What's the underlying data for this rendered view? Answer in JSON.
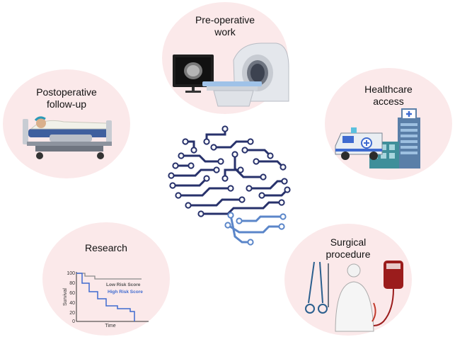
{
  "nodes": {
    "preop": {
      "label": "Pre-operative\nwork"
    },
    "postop": {
      "label": "Postoperative\nfollow-up"
    },
    "healthcare": {
      "label": "Healthcare\naccess"
    },
    "research": {
      "label": "Research"
    },
    "surgical": {
      "label": "Surgical\nprocedure"
    }
  },
  "plot": {
    "ylabel": "Survival",
    "xlabel": "Time",
    "yticks": [
      "100",
      "80",
      "60",
      "40",
      "20",
      "0"
    ],
    "legend": [
      "Low Risk Score",
      "High Risk Score"
    ]
  },
  "colors": {
    "circle": "#fbe9ea",
    "brain_dark": "#27316b",
    "brain_light": "#5b86c9",
    "low_risk": "#8a8a8a",
    "high_risk": "#3f6bd0"
  }
}
